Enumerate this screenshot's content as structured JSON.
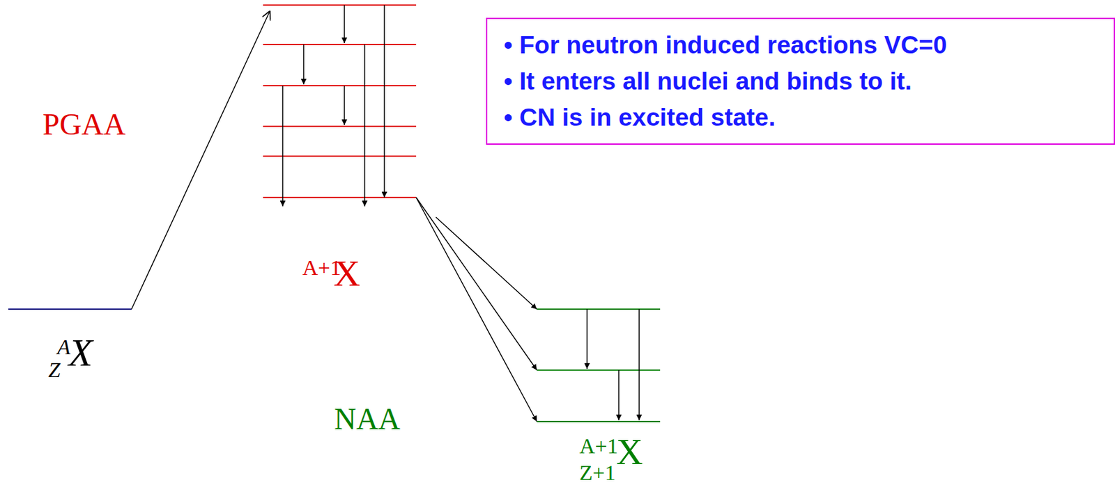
{
  "diagram": {
    "nodes": [
      {
        "text": [
          "• For neutron induced reactions VC=0",
          "• It enters all nuclei and binds to it.",
          "• CN is in excited state."
        ]
      }
    ],
    "labels": [
      "PGAA",
      "A+1",
      "X",
      "A",
      "Z",
      "X",
      "NAA",
      "A+1",
      "X",
      "Z+1"
    ]
  }
}
